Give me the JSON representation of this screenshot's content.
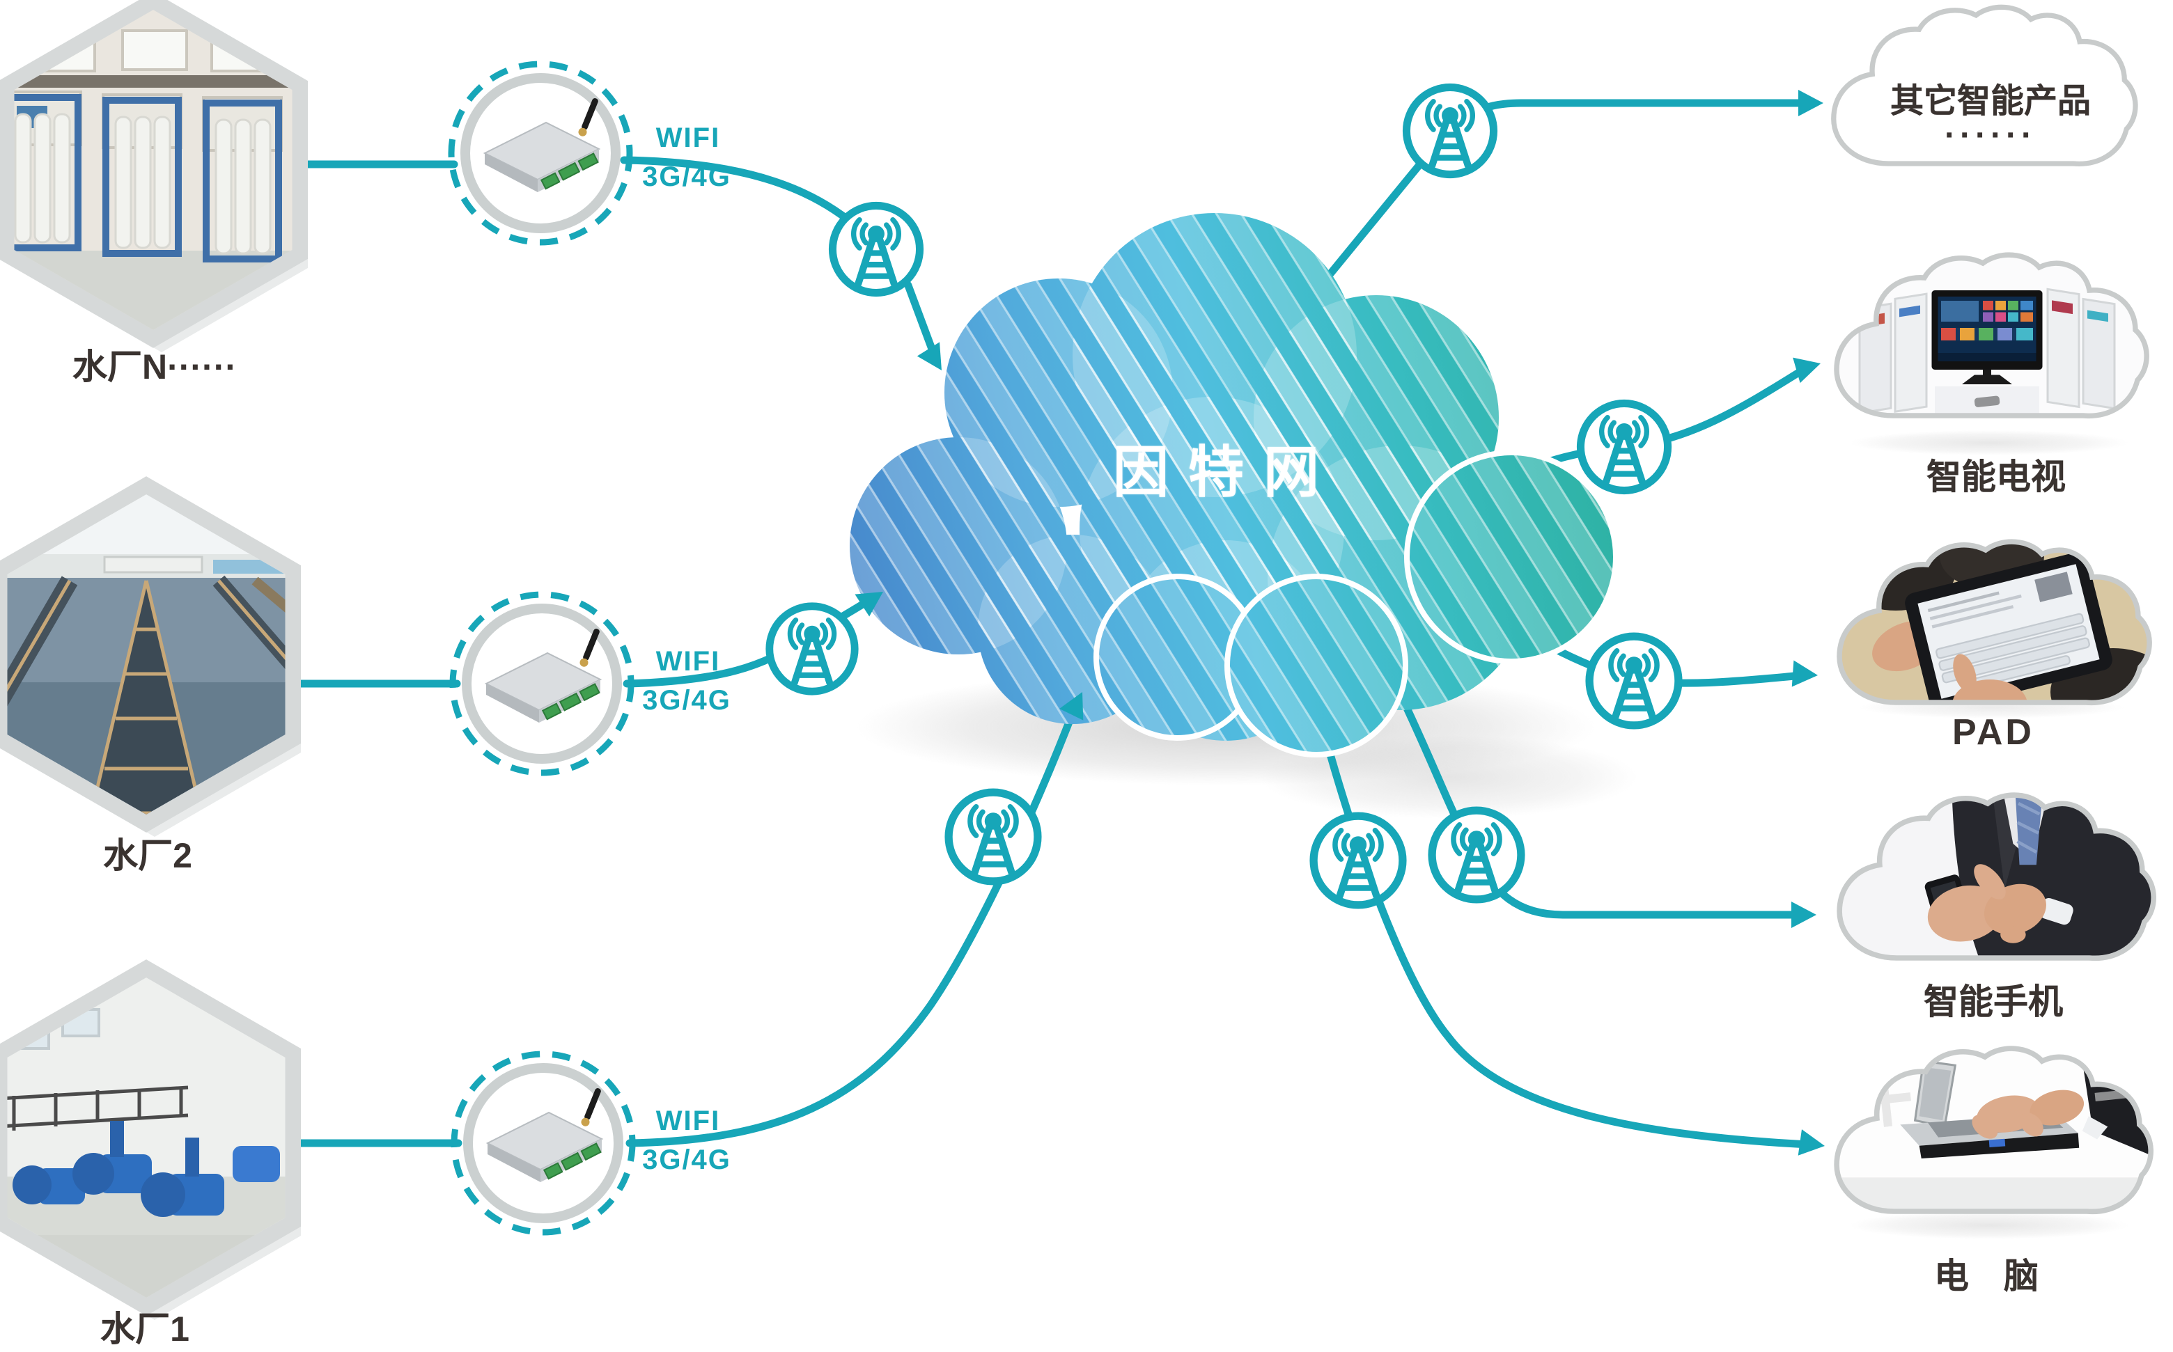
{
  "diagram": {
    "accent_color": "#17a6b8",
    "internet_cloud": {
      "title": "因特网"
    },
    "water_plants": [
      {
        "label": "水厂N······"
      },
      {
        "label": "水厂2"
      },
      {
        "label": "水厂1"
      }
    ],
    "link_labels": {
      "wifi": "WIFI",
      "cellular": "3G/4G"
    },
    "terminals": [
      {
        "label": "其它智能产品",
        "ellipsis": "······"
      },
      {
        "label": "智能电视"
      },
      {
        "label": "PAD"
      },
      {
        "label": "智能手机"
      },
      {
        "label": "电　脑"
      }
    ]
  }
}
